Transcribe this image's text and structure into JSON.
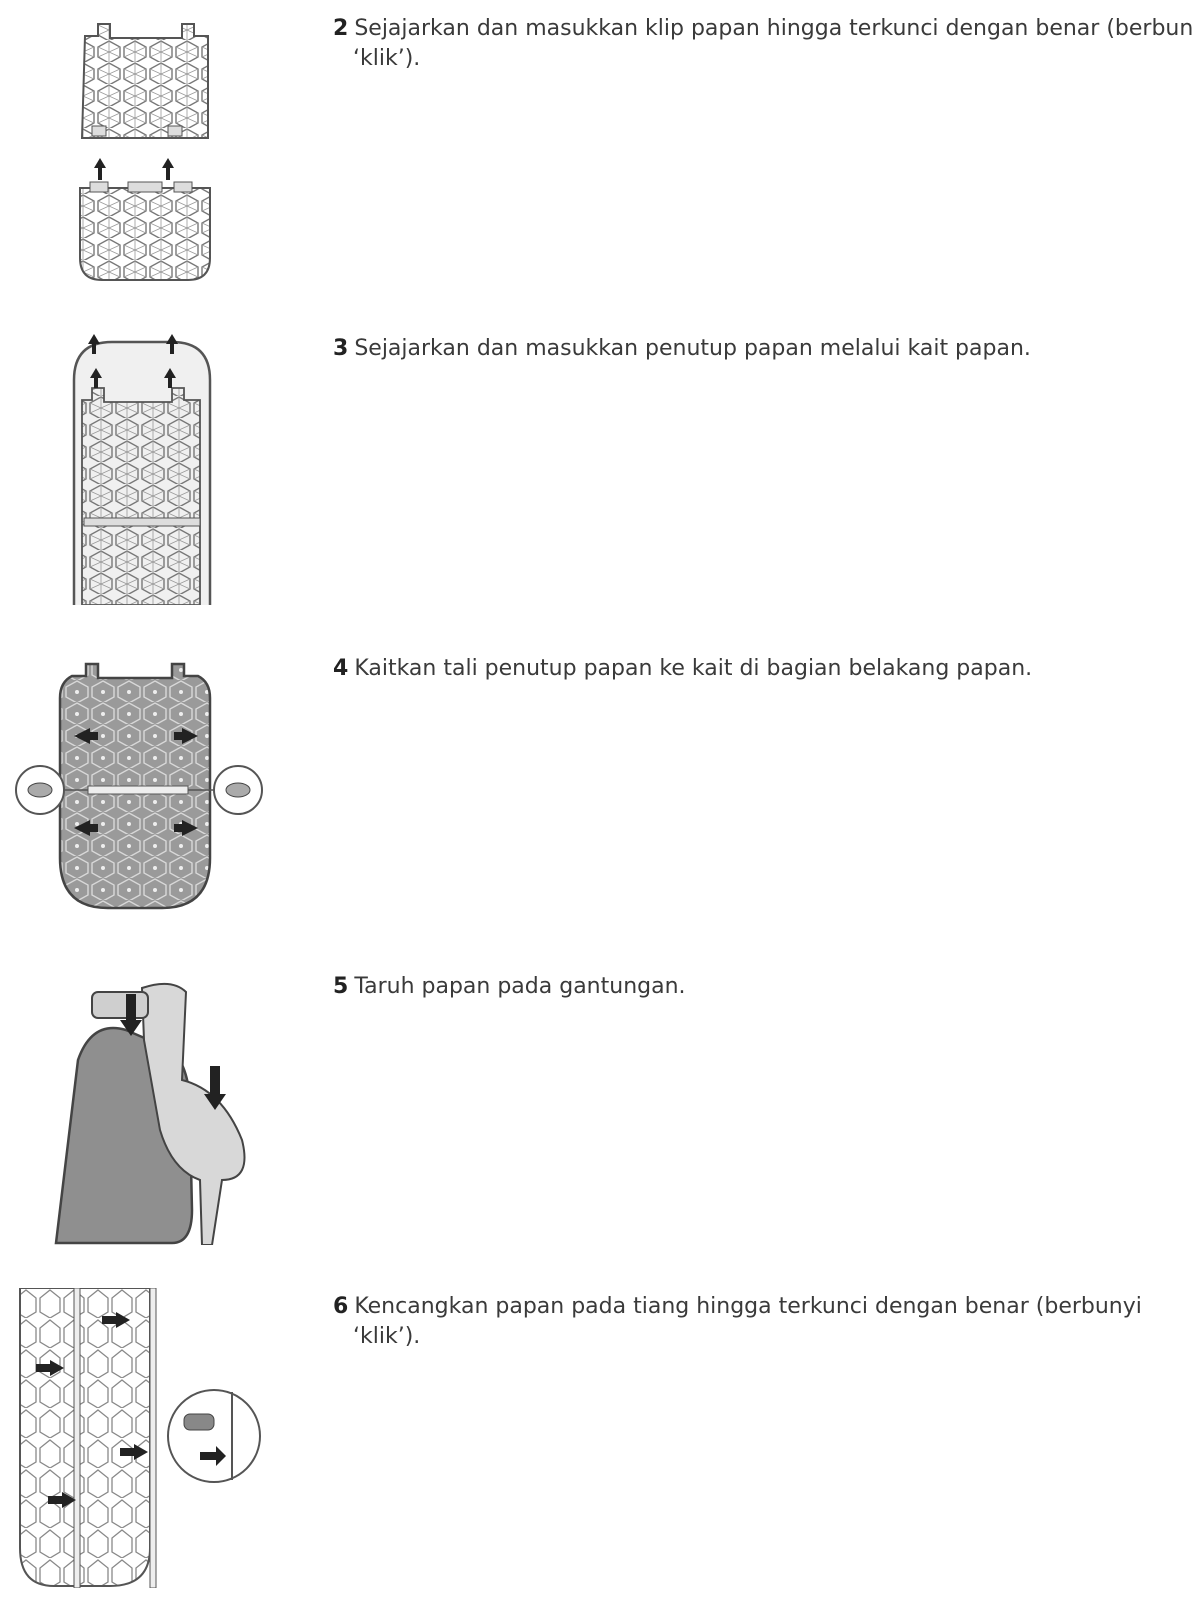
{
  "steps": [
    {
      "number": "2",
      "text": "Sejajarkan dan masukkan klip papan hingga terkunci dengan benar (berbunyi",
      "cont": "‘klik’)."
    },
    {
      "number": "3",
      "text": "Sejajarkan dan masukkan penutup papan melalui kait papan.",
      "cont": ""
    },
    {
      "number": "4",
      "text": "Kaitkan tali penutup papan ke kait di bagian belakang papan.",
      "cont": ""
    },
    {
      "number": "5",
      "text": "Taruh papan pada gantungan.",
      "cont": ""
    },
    {
      "number": "6",
      "text": "Kencangkan papan pada tiang hingga terkunci dengan benar (berbunyi",
      "cont": "‘klik’)."
    }
  ],
  "illustrations": [
    {
      "icon": "board-clip-attach-illustration"
    },
    {
      "icon": "board-cover-insert-illustration"
    },
    {
      "icon": "cover-strap-hook-illustration"
    },
    {
      "icon": "board-on-hanger-illustration"
    },
    {
      "icon": "board-pole-lock-illustration"
    }
  ],
  "colors": {
    "text": "#3a3a3a",
    "line": "#555555",
    "fill_gray": "#8c8c8c",
    "fill_light": "#e6e6e6"
  }
}
